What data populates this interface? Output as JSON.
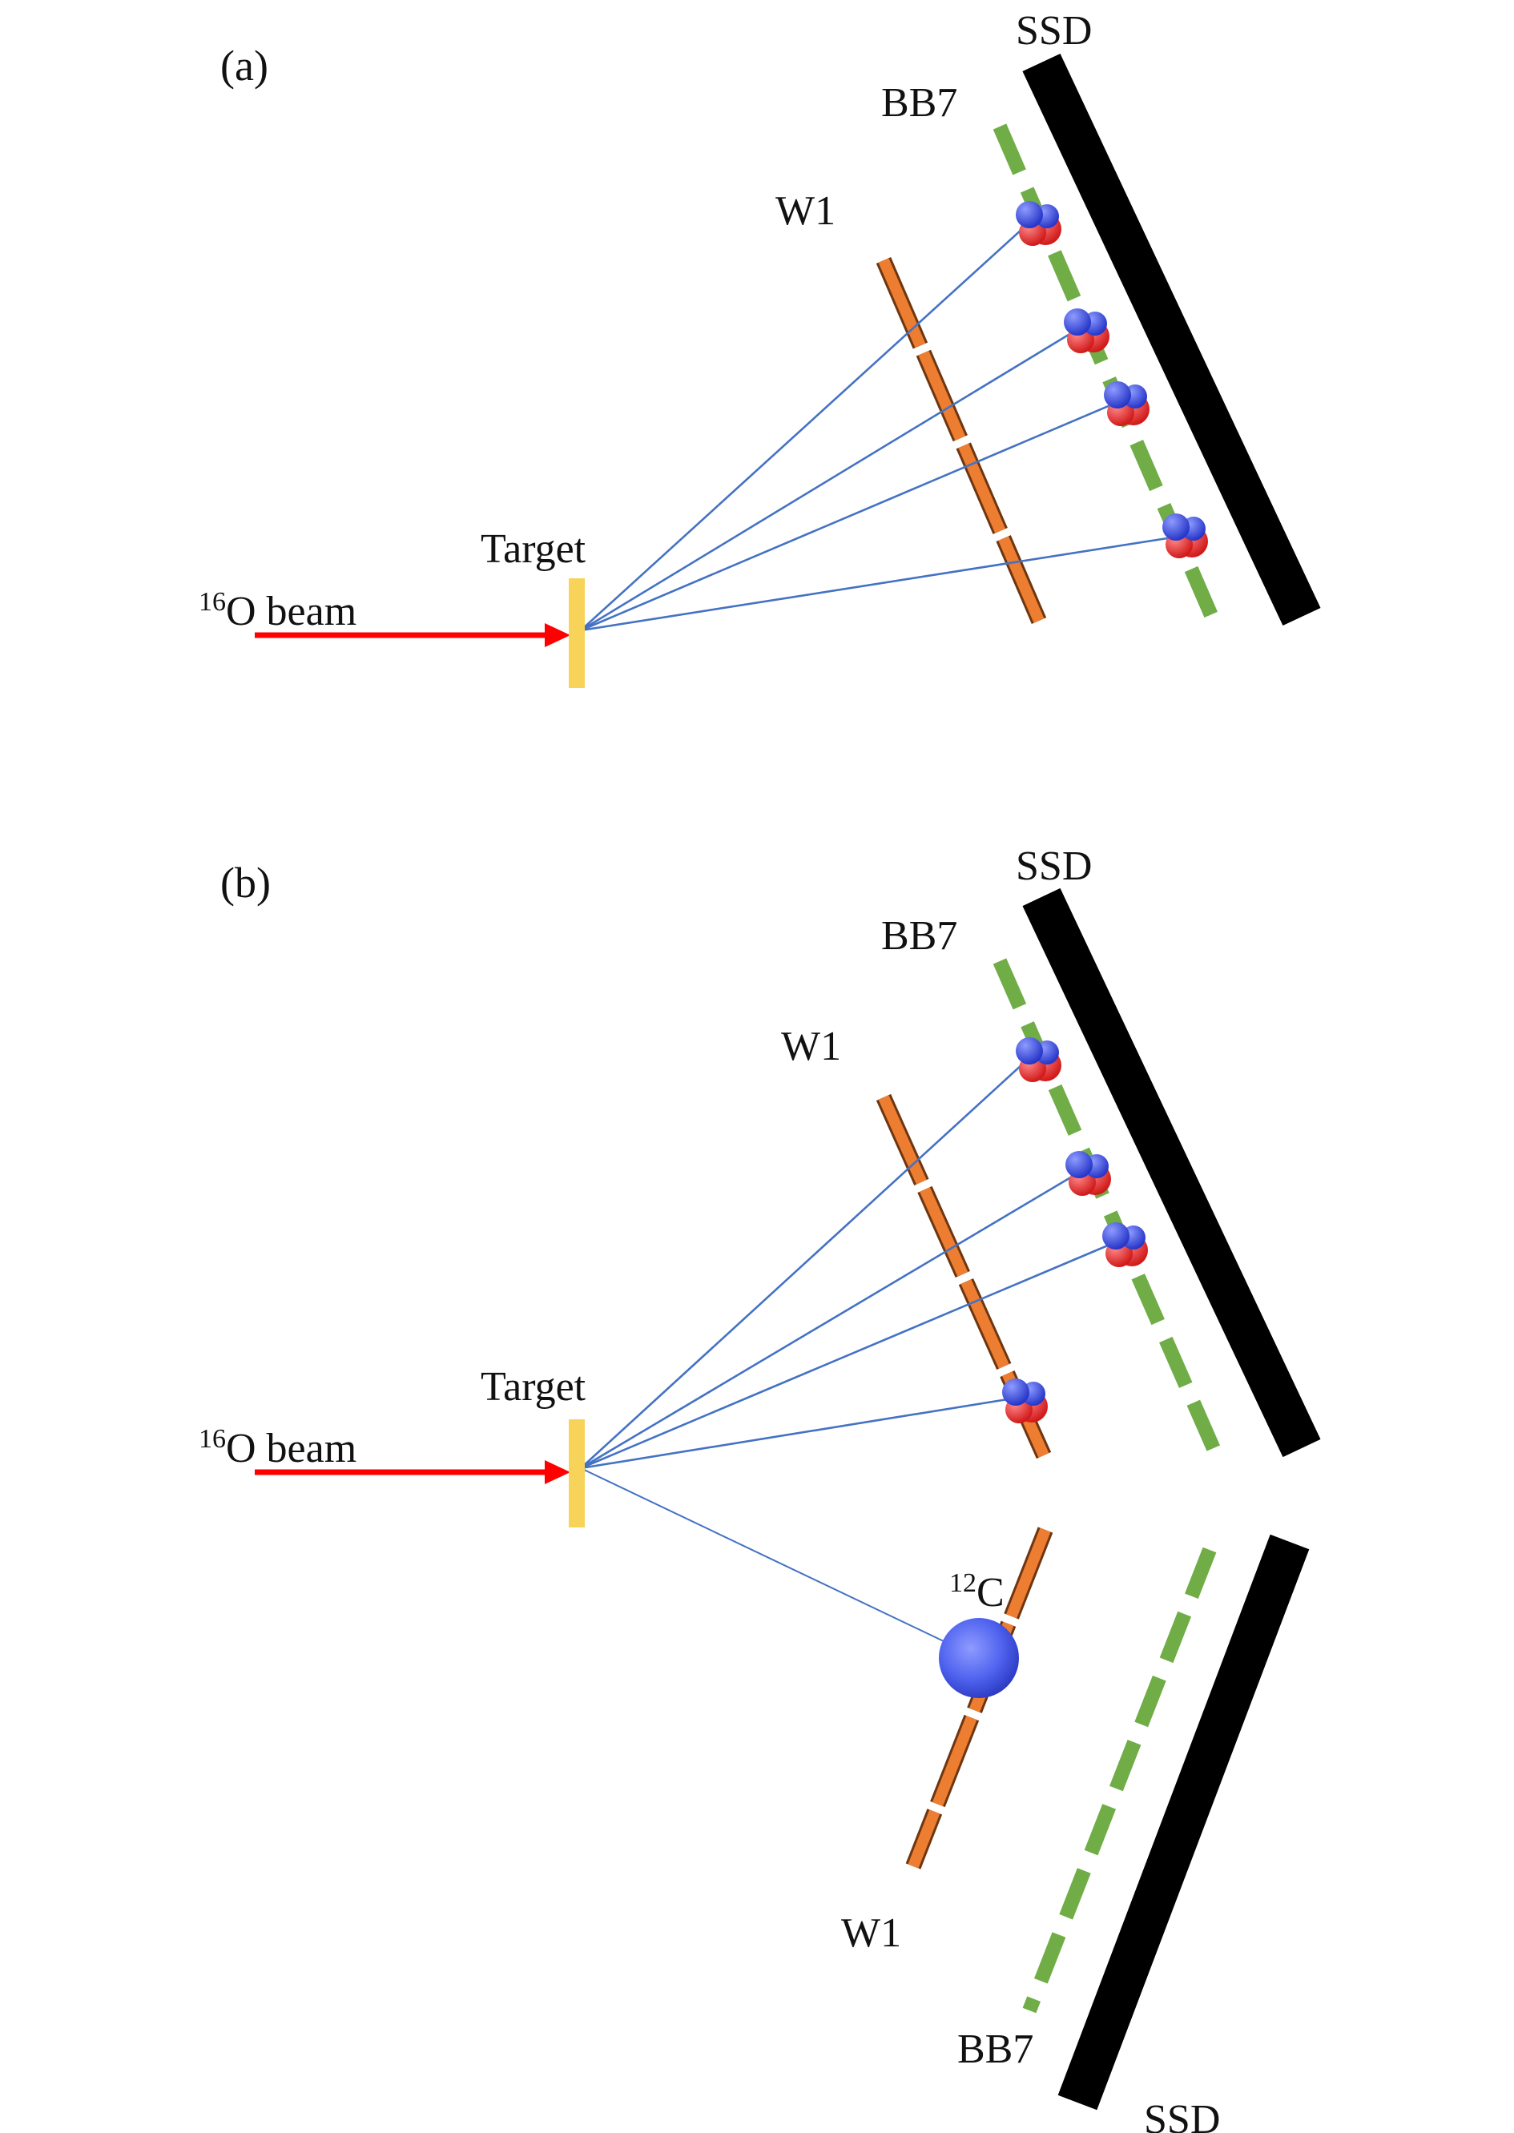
{
  "panels": [
    {
      "label": "(a)",
      "beam_label": {
        "mass": "16",
        "text": "O beam"
      },
      "target_label": "Target",
      "detectors": {
        "w1": "W1",
        "bb7": "BB7",
        "ssd": "SSD"
      }
    },
    {
      "label": "(b)",
      "beam_label": {
        "mass": "16",
        "text": "O beam"
      },
      "target_label": "Target",
      "detectors_upper": {
        "w1": "W1",
        "bb7": "BB7",
        "ssd": "SSD"
      },
      "detectors_lower": {
        "w1": "W1",
        "bb7": "BB7",
        "ssd": "SSD"
      },
      "recoil_label": {
        "mass": "12",
        "text": "C"
      }
    }
  ],
  "colors": {
    "beam": "#ff0000",
    "target": "#f7d35a",
    "w1": "#ed7d31",
    "bb7": "#70ad47",
    "ssd": "#000000",
    "track": "#4472c4",
    "alpha_proton": "#e03131",
    "alpha_neutron": "#3b4fe0",
    "recoil": "#4f63ef"
  }
}
